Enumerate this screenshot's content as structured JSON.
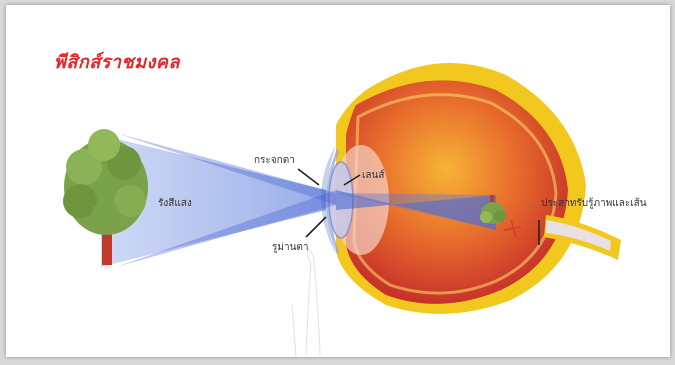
{
  "title": "พีสิกส์ราชมงคล",
  "labels": {
    "cornea": "กระจกตา",
    "lens": "เลนส์",
    "light_rays": "รังสีแสง",
    "pupil": "รูม่านตา",
    "optic_nerve": "ประสาทรับรู้ภาพและเส้น"
  },
  "colors": {
    "title_red": "#e3262a",
    "eye_red": "#d8402a",
    "sclera_yellow": "#f2c81e",
    "light_blue": "#4a6fd8",
    "tree_green": "#7aa24a",
    "trunk_red": "#c0392b"
  }
}
